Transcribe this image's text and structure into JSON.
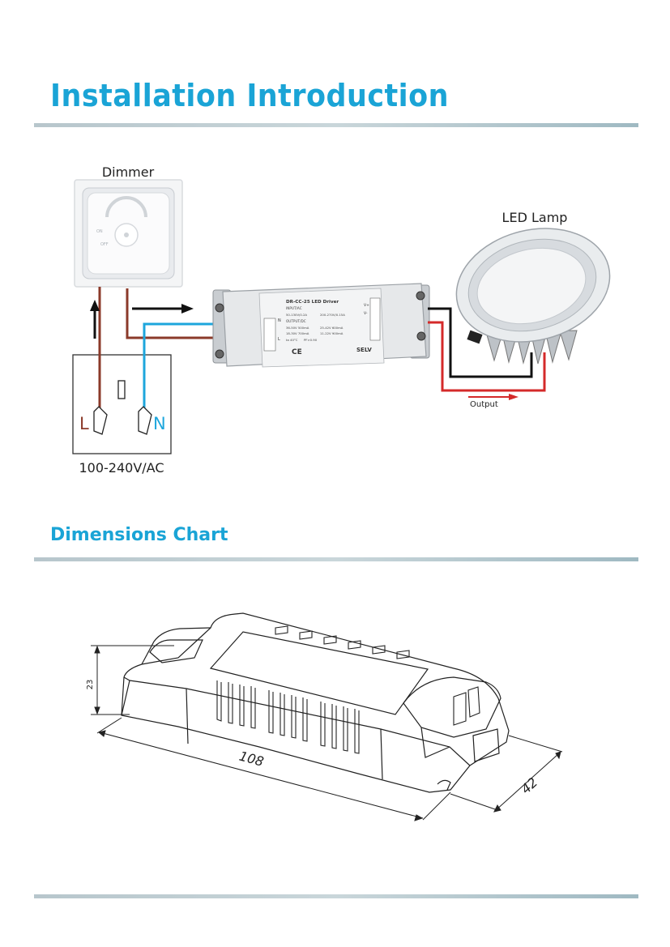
{
  "header": {
    "title": "Installation Introduction"
  },
  "diagram": {
    "dimmer_label": "Dimmer",
    "lamp_label": "LED Lamp",
    "mains_label": "100-240V/AC",
    "terminal_live": "L",
    "terminal_neutral": "N",
    "output_label": "Output",
    "dimmer_on": "ON",
    "dimmer_off": "OFF",
    "driver": {
      "model": "DR-CC-25 LED Driver",
      "input_heading": "INPUT/AC",
      "input_line1": "50-130V/0.2A",
      "input_line2": "200-270V/0.15A",
      "output_heading": "OUTPUT/DC",
      "output_line1": "36-50V 500mA",
      "output_line2": "25-42V 600mA",
      "output_line3": "18-30V 700mA",
      "output_line4": "11-22V 900mA",
      "temp": "ta 40°C",
      "pf": "PF>0.90",
      "selv": "SELV",
      "ce": "CE",
      "pin_plus": "V+",
      "pin_minus": "V-",
      "n_pin": "N",
      "l_pin": "L"
    },
    "colors": {
      "live": "#8b3a2a",
      "neutral": "#1da6dc",
      "output_positive": "#d42a2a",
      "output_negative": "#111111"
    }
  },
  "dimensions": {
    "title": "Dimensions Chart",
    "height": "23",
    "length": "108",
    "width": "42"
  }
}
